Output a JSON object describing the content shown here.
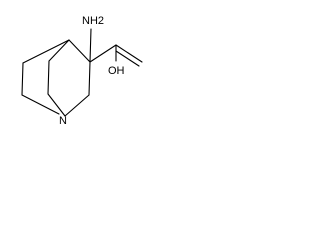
{
  "molecule": {
    "atoms": {
      "amine": "NH2",
      "hydroxyl": "OH",
      "nitrogen": "N"
    },
    "bond_color": "#000000",
    "background_color": "#ffffff"
  }
}
